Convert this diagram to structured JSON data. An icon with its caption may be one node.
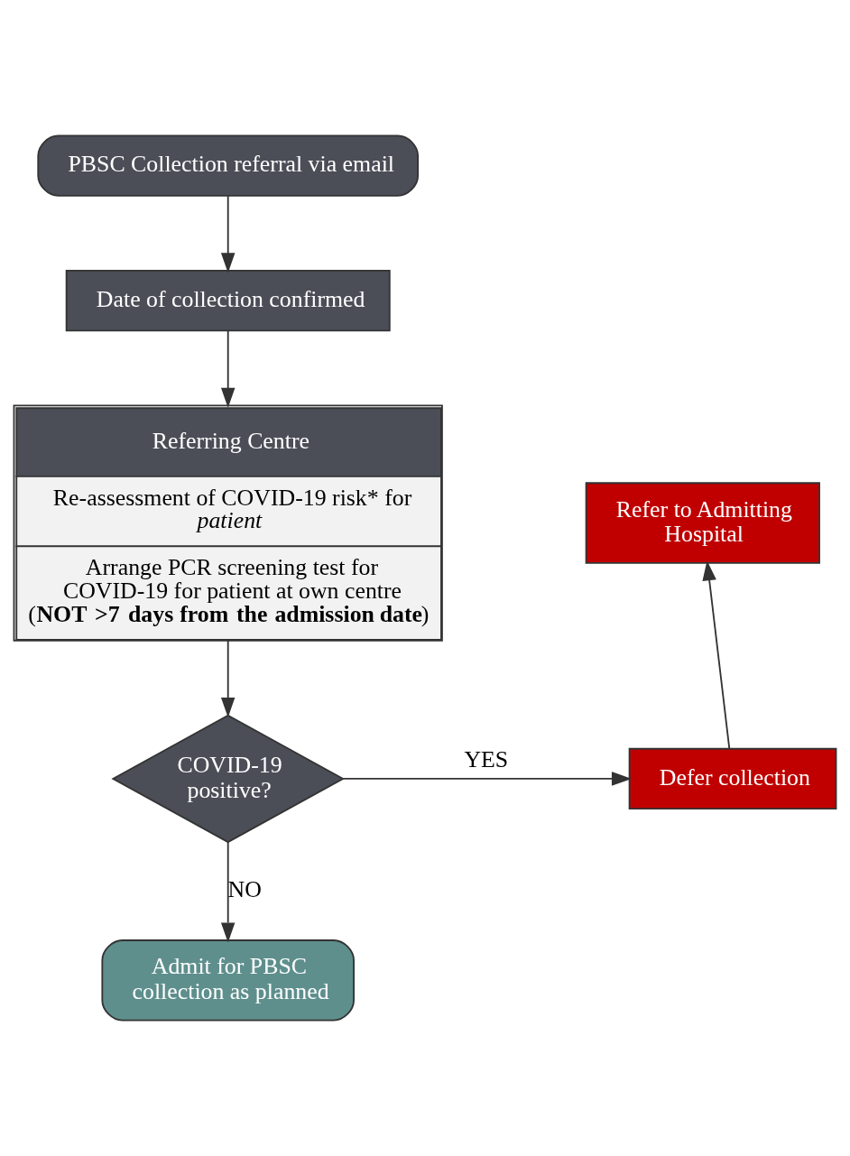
{
  "diagram": {
    "nodes": [
      {
        "text": [
          "PBSC Collection referral via email"
        ]
      },
      {
        "text": [
          "Date of collection confirmed"
        ]
      },
      {
        "text": [
          "Referring Centre",
          "Re-assessment of COVID-19 risk* for *patient*",
          "Arrange PCR screening test for COVID-19 for patient at own centre (**NOT >7 days from the admission date**)"
        ]
      },
      {
        "text": [
          "COVID-19 positive?"
        ]
      },
      {
        "text": [
          "Defer collection"
        ]
      },
      {
        "text": [
          "Refer to Admitting Hospital"
        ]
      },
      {
        "text": [
          "Admit for PBSC collection as planned"
        ]
      }
    ],
    "edges": [
      {
        "from": 0,
        "to": 1,
        "arrow": "to"
      },
      {
        "from": 1,
        "to": 2,
        "arrow": "to"
      },
      {
        "from": 2,
        "to": 3,
        "arrow": "to"
      },
      {
        "from": 3,
        "to": 4,
        "arrow": "to",
        "label": "YES"
      },
      {
        "from": 4,
        "to": 5,
        "arrow": "to"
      },
      {
        "from": 3,
        "to": 6,
        "arrow": "to",
        "label": "NO"
      }
    ]
  }
}
